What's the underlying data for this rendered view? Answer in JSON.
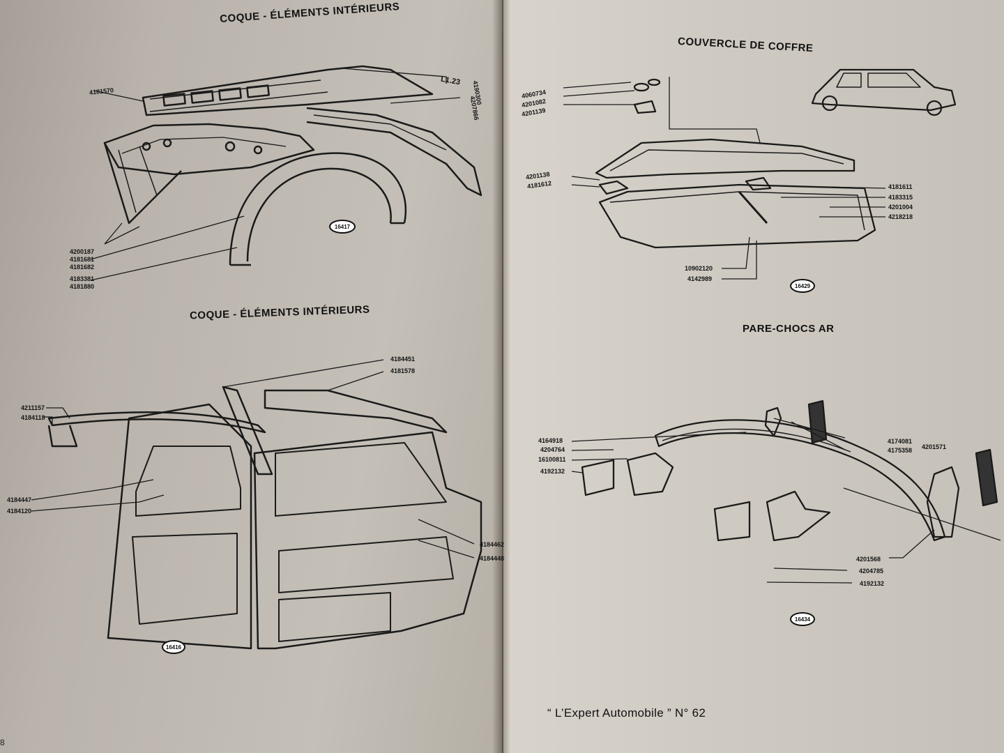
{
  "left_page": {
    "page_number": "8",
    "sections": [
      {
        "title": "COQUE - ÉLÉMENTS INTÉRIEURS",
        "figure_ref": "16417",
        "part_numbers": [
          "4181570",
          "L1.23",
          "4190300",
          "4207866",
          "4200187",
          "4181681",
          "4181682",
          "4183381",
          "4181880"
        ]
      },
      {
        "title": "COQUE - ÉLÉMENTS INTÉRIEURS",
        "figure_ref": "16416",
        "part_numbers": [
          "4184451",
          "4181578",
          "4211157",
          "4184118",
          "4184447",
          "4184120",
          "4184462",
          "4184448"
        ]
      }
    ]
  },
  "right_page": {
    "sections": [
      {
        "title": "COUVERCLE DE COFFRE",
        "figure_ref": "16429",
        "part_numbers": [
          "4060734",
          "4201082",
          "4201139",
          "4201138",
          "4181612",
          "4181611",
          "4183315",
          "4201004",
          "4218218",
          "10902120",
          "4142989"
        ]
      },
      {
        "title": "PARE-CHOCS AR",
        "figure_ref": "16434",
        "part_numbers": [
          "4164918",
          "4204764",
          "16100811",
          "4192132",
          "4174081",
          "4175358",
          "4201571",
          "4201568",
          "4204785",
          "4192132"
        ]
      }
    ],
    "footer": "“ L’Expert Automobile ”  N° 62"
  }
}
